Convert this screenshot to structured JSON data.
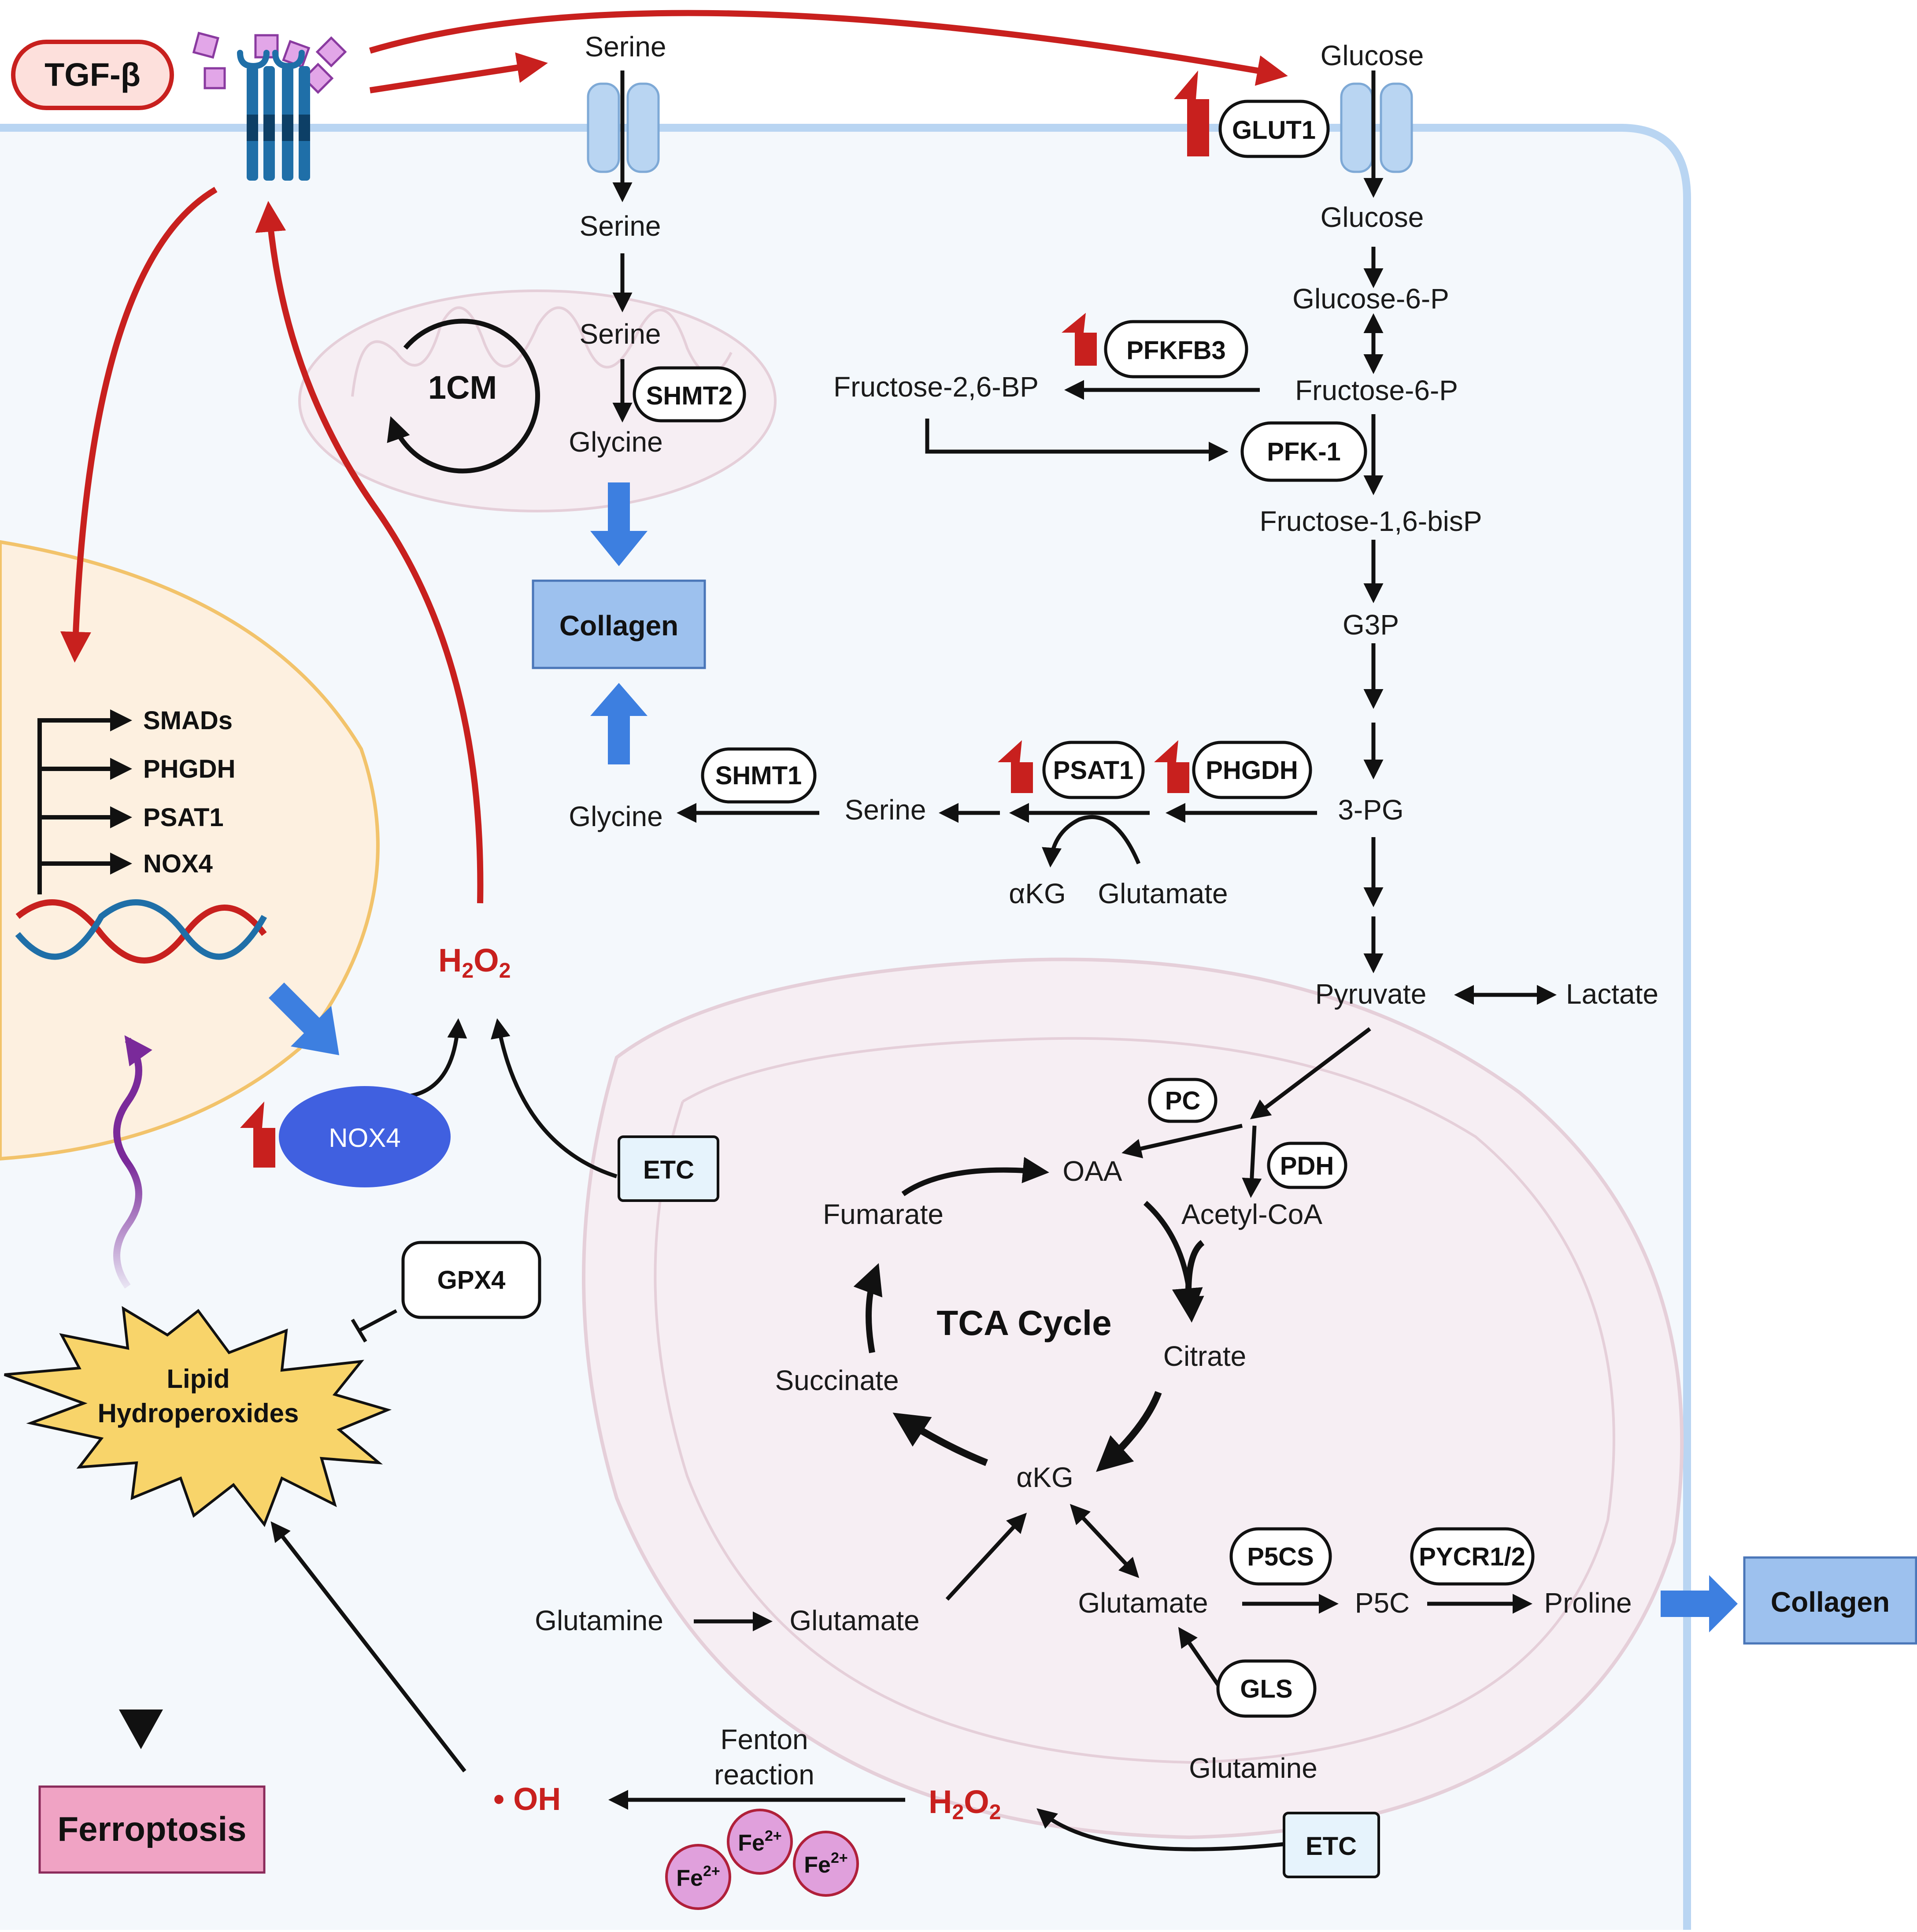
{
  "ligand": "TGF-β",
  "membrane": {
    "serine_out": "Serine",
    "serine_in": "Serine",
    "glucose_out": "Glucose",
    "glucose_in": "Glucose",
    "glut1": "GLUT1"
  },
  "one_carbon": {
    "label": "1CM",
    "serine": "Serine",
    "shmt2": "SHMT2",
    "glycine": "Glycine"
  },
  "collagen_top": "Collagen",
  "collagen_right": "Collagen",
  "glycolysis": {
    "g6p": "Glucose-6-P",
    "f6p": "Fructose-6-P",
    "pfkfb3": "PFKFB3",
    "f26bp": "Fructose-2,6-BP",
    "pfk1": "PFK-1",
    "f16bp": "Fructose-1,6-bisP",
    "g3p": "G3P",
    "pg3": "3-PG",
    "pyruvate": "Pyruvate",
    "lactate": "Lactate"
  },
  "serine_synthesis": {
    "phgdh": "PHGDH",
    "psat1": "PSAT1",
    "serine": "Serine",
    "shmt1": "SHMT1",
    "glycine": "Glycine",
    "akg": "αKG",
    "glutamate": "Glutamate"
  },
  "nucleus": {
    "genes": [
      "SMADs",
      "PHGDH",
      "PSAT1",
      "NOX4"
    ]
  },
  "ros": {
    "h2o2": "H2O2",
    "nox4": "NOX4",
    "etc": "ETC",
    "gpx4": "GPX4",
    "lipid_line1": "Lipid",
    "lipid_line2": "Hydroperoxides",
    "ferroptosis": "Ferroptosis",
    "oh": "• OH",
    "fenton_line1": "Fenton",
    "fenton_line2": "reaction",
    "fe": "Fe2+"
  },
  "tca": {
    "title": "TCA Cycle",
    "pc": "PC",
    "pdh": "PDH",
    "oaa": "OAA",
    "acetyl_coa": "Acetyl-CoA",
    "citrate": "Citrate",
    "akg": "αKG",
    "succinate": "Succinate",
    "fumarate": "Fumarate"
  },
  "proline": {
    "glutamine_left": "Glutamine",
    "glutamate_left": "Glutamate",
    "glutamate": "Glutamate",
    "p5cs": "P5CS",
    "p5c": "P5C",
    "pycr": "PYCR1/2",
    "proline": "Proline",
    "gls": "GLS",
    "glutamine_bottom": "Glutamine"
  },
  "colors": {
    "membrane": "#b9d5f2",
    "cell": "#f4f8fc",
    "nucleus": "#fdf0e0",
    "nucleus_border": "#f2c36b",
    "red_arrow": "#c8201e",
    "blue_arrow": "#3d7fe0",
    "collagen": "#9dc1ee",
    "ferroptosis": "#f0a3c4",
    "nox4": "#4060e0",
    "star": "#f8d46a",
    "etc": "#e6f3fc",
    "iron": "#e0a0dc"
  }
}
